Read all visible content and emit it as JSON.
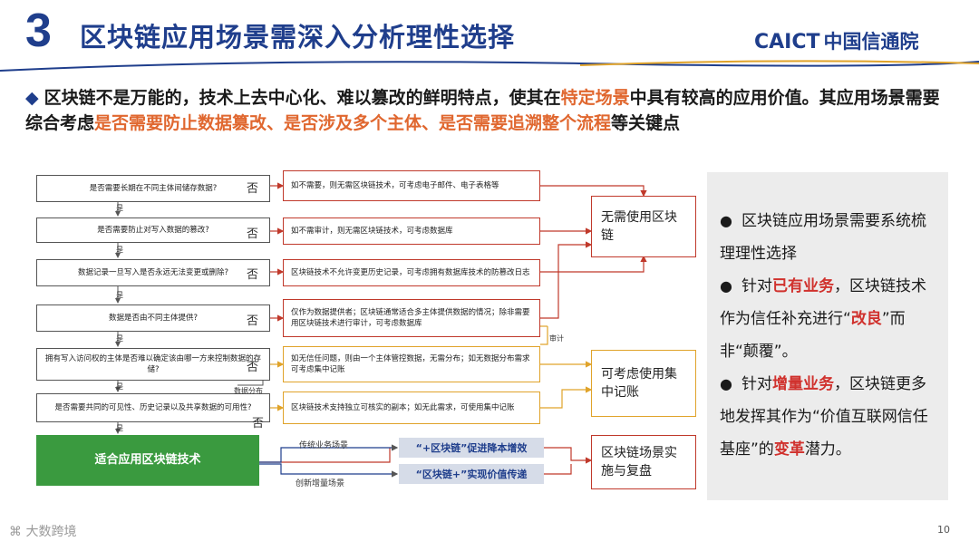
{
  "header": {
    "section_number": "3",
    "title": "区块链应用场景需深入分析理性选择",
    "logo_en": "CAICT",
    "logo_cn": "中国信通院"
  },
  "intro": {
    "part1": "区块链不是万能的，技术上去中心化、难以篡改的鲜明特点，使其在",
    "highlight1": "特定场景",
    "part2": "中具有较高的应用价值。其应用场景需要综合考虑",
    "highlight2": "是否需要防止数据篡改、是否涉及多个主体、是否需要追溯整个流程",
    "part3": "等关键点"
  },
  "flow": {
    "questions": [
      "是否需要长期在不同主体间储存数据?",
      "是否需要防止对写入数据的篡改?",
      "数据记录一旦写入是否永远无法变更或删除?",
      "数据是否由不同主体提供?",
      "拥有写入访问权的主体是否难以确定该由哪一方来控制数据的存储?",
      "是否需要共同的可见性、历史记录以及共享数据的可用性?"
    ],
    "yes_label": "是",
    "no_label": "否",
    "answers": [
      "如不需要，则无需区块链技术，可考虑电子邮件、电子表格等",
      "如不需审计，则无需区块链技术，可考虑数据库",
      "区块链技术不允许变更历史记录，可考虑拥有数据库技术的防篡改日志",
      "仅作为数据提供者；区块链通常适合多主体提供数据的情况；除非需要用区块链技术进行审计，可考虑数据库",
      "如无信任问题，则由一个主体管控数据，无需分布；如无数据分布需求可考虑集中记账",
      "区块链技术支持独立可核实的副本；如无此需求，可使用集中记账"
    ],
    "audit_label": "审计",
    "data_dist_label": "数据分布",
    "outcome_no_blockchain": "无需使用区块链",
    "outcome_central": "可考虑使用集中记账",
    "outcome_final": "区块链场景实施与复盘",
    "suitable": "适合应用区块链技术",
    "path_traditional": "传统业务场景",
    "path_new": "创新增量场景",
    "chip_1": "“+区块链”促进降本增效",
    "chip_2": "“区块链+”实现价值传递"
  },
  "side": {
    "b1": "区块链应用场景需要系统梳理理性选择",
    "b2_pre": "针对",
    "b2_hl": "已有业务",
    "b2_mid": "，区块链技术作为信任补充进行“",
    "b2_hl2": "改良",
    "b2_post": "”而非“颠覆”。",
    "b3_pre": "针对",
    "b3_hl": "增量业务",
    "b3_mid": "，区块链更多地发挥其作为“价值互联网信任基座”的",
    "b3_hl2": "变革",
    "b3_post": "潜力。"
  },
  "footer": {
    "brand": "大数跨境",
    "page": "10"
  },
  "colors": {
    "brand_blue": "#1f3e8c",
    "orange": "#e0672f",
    "red": "#d0312d",
    "green": "#3a9a3f"
  }
}
